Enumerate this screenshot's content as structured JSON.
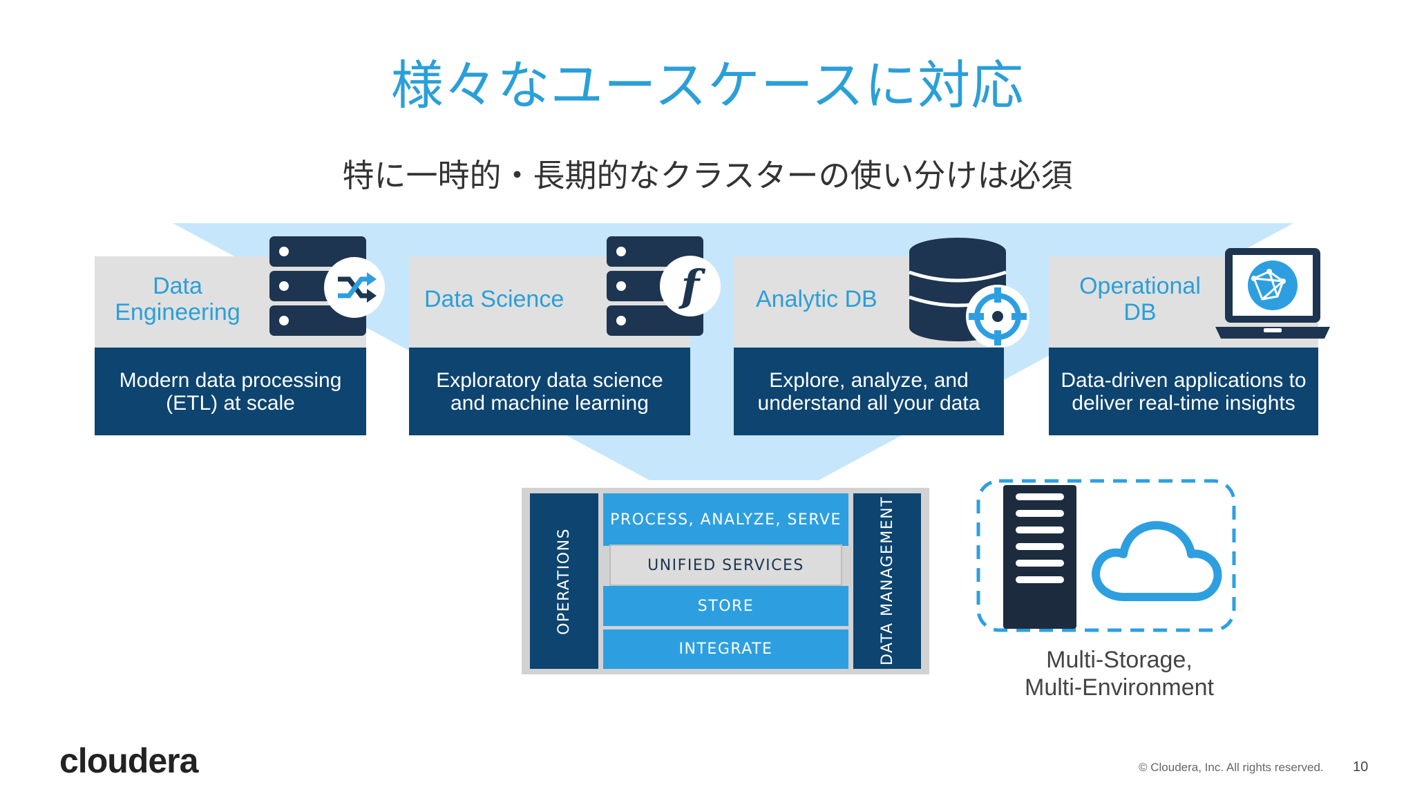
{
  "title": "様々なユースケースに対応",
  "subtitle": "特に一時的・長期的なクラスターの使い分けは必須",
  "cards": [
    {
      "label_line1": "Data",
      "label_line2": "Engineering",
      "desc_line1": "Modern data processing",
      "desc_line2": "(ETL) at scale",
      "icon": "server-shuffle-icon"
    },
    {
      "label_line1": "Data Science",
      "label_line2": "",
      "desc_line1": "Exploratory data science",
      "desc_line2": "and machine learning",
      "icon": "server-function-icon"
    },
    {
      "label_line1": "Analytic DB",
      "label_line2": "",
      "desc_line1": "Explore, analyze, and",
      "desc_line2": "understand all your data",
      "icon": "database-target-icon"
    },
    {
      "label_line1": "Operational",
      "label_line2": "DB",
      "desc_line1": "Data-driven applications to",
      "desc_line2": "deliver real-time insights",
      "icon": "laptop-globe-icon"
    }
  ],
  "stack": {
    "operations": "OPERATIONS",
    "process": "PROCESS, ANALYZE, SERVE",
    "unified": "UNIFIED SERVICES",
    "store": "STORE",
    "integrate": "INTEGRATE",
    "data_management": "DATA MANAGEMENT"
  },
  "multi_storage": {
    "line1": "Multi-Storage,",
    "line2": "Multi-Environment"
  },
  "footer": {
    "logo": "cloudera",
    "copyright": "© Cloudera, Inc. All rights reserved.",
    "page": "10"
  },
  "colors": {
    "title": "#2a9fd8",
    "navy": "#0d4470",
    "light_blue": "#2d9fe0",
    "funnel": "#c6e6fb",
    "card_gray": "#e0e0e0"
  }
}
